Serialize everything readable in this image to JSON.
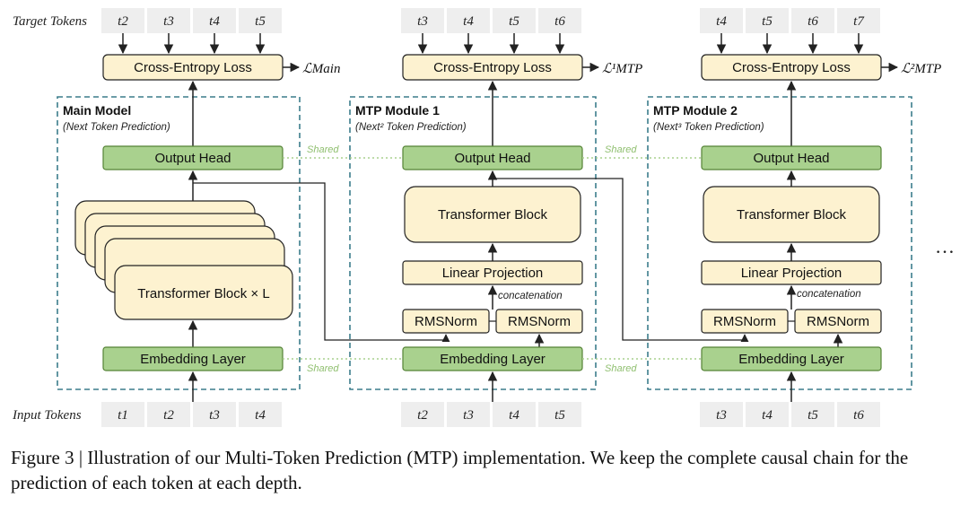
{
  "labels": {
    "target_tokens": "Target Tokens",
    "input_tokens": "Input Tokens",
    "cross_entropy": "Cross-Entropy Loss",
    "output_head": "Output Head",
    "embedding_layer": "Embedding Layer",
    "transformer_block": "Transformer Block",
    "transformer_block_L": "Transformer Block × L",
    "linear_projection": "Linear Projection",
    "rmsnorm": "RMSNorm",
    "concatenation": "concatenation",
    "shared": "Shared",
    "ellipsis": "…"
  },
  "main": {
    "title": "Main Model",
    "subtitle": "(Next Token Prediction)",
    "loss": "ℒMain",
    "target_tokens": [
      "t2",
      "t3",
      "t4",
      "t5"
    ],
    "input_tokens": [
      "t1",
      "t2",
      "t3",
      "t4"
    ]
  },
  "mtp1": {
    "title": "MTP Module 1",
    "subtitle": "(Next² Token Prediction)",
    "loss": "ℒ¹MTP",
    "target_tokens": [
      "t3",
      "t4",
      "t5",
      "t6"
    ],
    "input_tokens": [
      "t2",
      "t3",
      "t4",
      "t5"
    ]
  },
  "mtp2": {
    "title": "MTP Module 2",
    "subtitle": "(Next³ Token Prediction)",
    "loss": "ℒ²MTP",
    "target_tokens": [
      "t4",
      "t5",
      "t6",
      "t7"
    ],
    "input_tokens": [
      "t3",
      "t4",
      "t5",
      "t6"
    ]
  },
  "caption": "Figure 3 | Illustration of our Multi-Token Prediction (MTP) implementation. We keep the complete causal chain for the prediction of each token at each depth.",
  "colors": {
    "yellow_fill": "#fdf2d0",
    "green_fill": "#a9d18e",
    "green_stroke": "#548235",
    "token_fill": "#eeeeee",
    "dashed_border": "#3b7d8c",
    "shared_line": "#a9d18e"
  }
}
